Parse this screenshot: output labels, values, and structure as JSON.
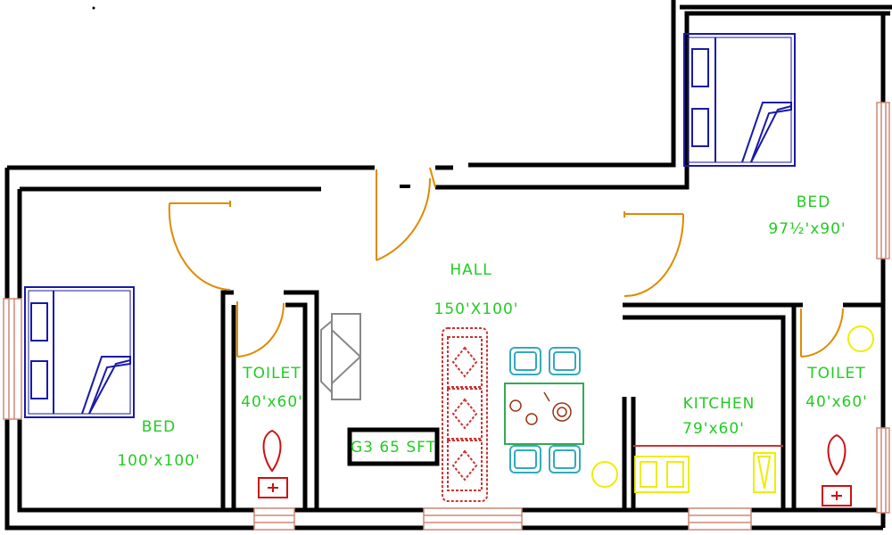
{
  "rooms": {
    "bed_left": {
      "name": "BED",
      "dims": "100'x100'"
    },
    "toilet_left": {
      "name": "TOILET",
      "dims": "40'x60'"
    },
    "hall": {
      "name": "HALL",
      "dims": "150'X100'"
    },
    "bed_right": {
      "name": "BED",
      "dims": "97½'x90'"
    },
    "kitchen": {
      "name": "KITCHEN",
      "dims": "79'x60'"
    },
    "toilet_right": {
      "name": "TOILET",
      "dims": "40'x60'"
    }
  },
  "area_label": "G3 65 SFT",
  "colors": {
    "walls": "#000000",
    "labels": "#22cc22",
    "doors": "#e08a00",
    "beds": "#1a1aa8",
    "sofa": "#cc3333",
    "dining": "#33aabb",
    "sanitary": "#cc1111",
    "kitchen_fixtures": "#eeee00",
    "tv": "#888888",
    "windows": "#cc8877"
  }
}
